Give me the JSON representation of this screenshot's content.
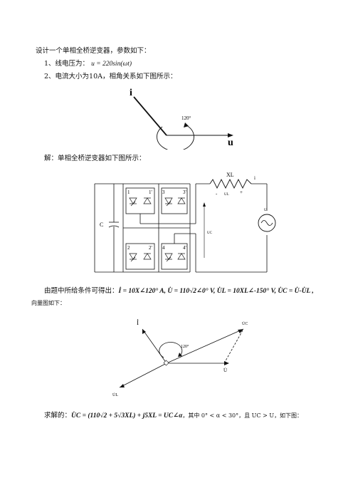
{
  "intro": "设计一个单相全桥逆变器，参数如下：",
  "param1": {
    "label": "1、线电压为：",
    "formula": "u = 220sin(ωt)"
  },
  "param2": "2、电流大小为10A，相角关系如下图所示：",
  "fig1": {
    "i_label": "i",
    "u_label": "u",
    "angle": "120°"
  },
  "solution": "解：单相全桥逆变器如下图所示：",
  "circuit": {
    "XL": "XL",
    "i": "i",
    "minus": "-",
    "plus": "+",
    "UL": "UL",
    "UC": "UC",
    "U": "U",
    "C": "C",
    "t1": "1",
    "t1p": "1'",
    "t3": "3",
    "t3p": "3'",
    "t2": "2",
    "t2p": "2'",
    "t4": "4",
    "t4p": "4'"
  },
  "given": {
    "prefix": "由题中所给条件可得出：",
    "eq": "İ = 10X∠120° A, U̇ = 110√2∠0° V, U̇L = 10XL∠-150° V, U̇C = U̇-U̇L ,",
    "next": "向量图如下："
  },
  "fig2": {
    "i": "İ",
    "uc": "U̇C",
    "u": "U̇",
    "ul": "U̇L",
    "angle": "120°"
  },
  "result": {
    "prefix": "求解的：",
    "eq": "U̇C = (110√2 + 5√3XL) + j5XL = UC∠α",
    "cond1": "，其中 0° < α < 30°",
    "cond2": "，且 UC > U",
    "suffix": "，如下图："
  }
}
